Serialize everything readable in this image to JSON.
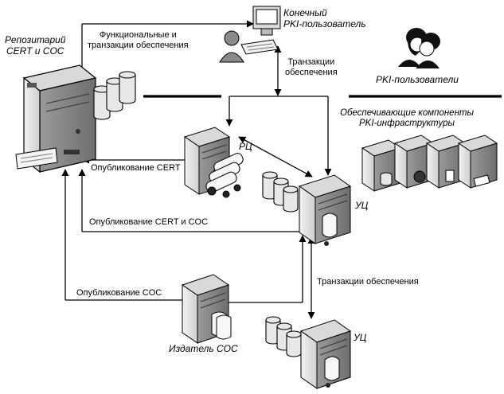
{
  "labels": {
    "end_user_line1": "Конечный",
    "end_user_line2": "PKI-пользователь",
    "repo_line1": "Репозитарий",
    "repo_line2": "CERT и COC",
    "func_line1": "Функциональные и",
    "func_line2": "транзакции обеспечения",
    "trans_line1": "Транзакции",
    "trans_line2": "обеспечения",
    "pki_users": "PKI-пользователи",
    "support_line1": "Обеспечивающие компоненты",
    "support_line2": "PKI-инфраструктуры",
    "rc": "РЦ",
    "pub_cert": "Опубликование CERT",
    "uc_top": "УЦ",
    "pub_cert_coc": "Опубликование CERT и COC",
    "trans_support": "Транзакции обеспечения",
    "pub_coc": "Опубликование COC",
    "uc_bottom": "УЦ",
    "coc_issuer": "Издатель COC"
  },
  "colors": {
    "line": "#000000",
    "server_fill": "#e6e6e6",
    "server_dark": "#9a9a9a",
    "disk_fill": "#e8e8e8"
  }
}
